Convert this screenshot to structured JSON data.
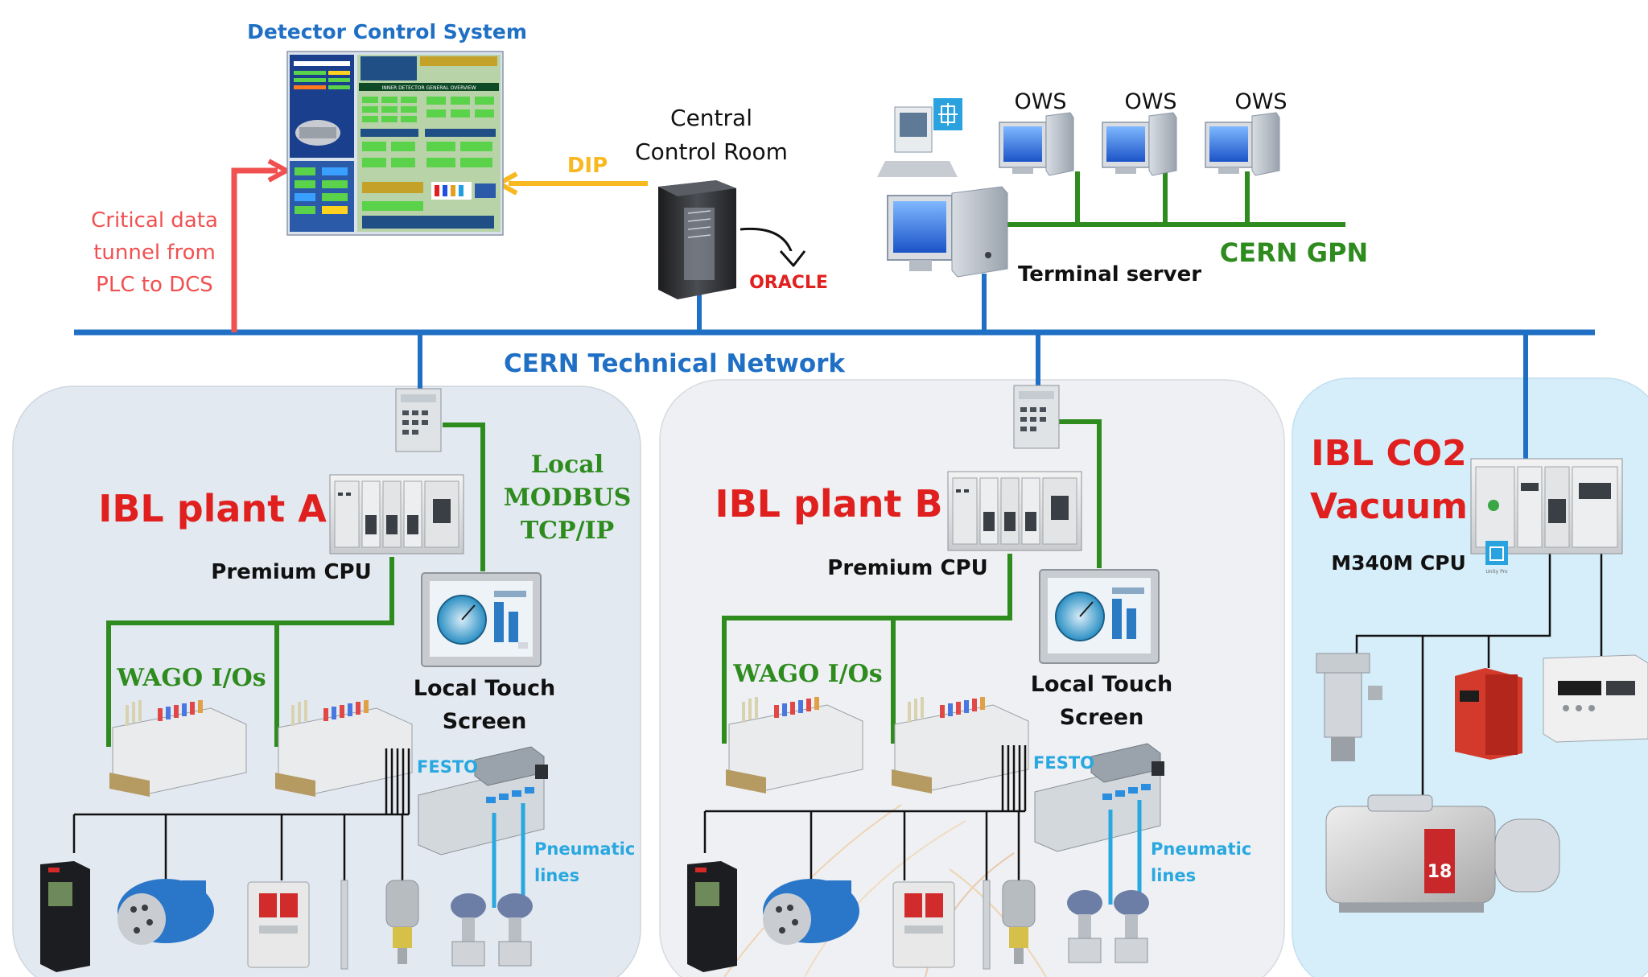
{
  "labels": {
    "dcs_title": "Detector Control System",
    "dcs_screen_header": "INNER DETECTOR GENERAL OVERVIEW",
    "critical_line1": "Critical data",
    "critical_line2": "tunnel from",
    "critical_line3": "PLC to DCS",
    "dip": "DIP",
    "ccr_line1": "Central",
    "ccr_line2": "Control Room",
    "oracle": "ORACLE",
    "ows": [
      "OWS",
      "OWS",
      "OWS"
    ],
    "terminal_server": "Terminal server",
    "cern_gpn": "CERN GPN",
    "cern_tn": "CERN Technical Network",
    "local_modbus_line1": "Local",
    "local_modbus_line2": "MODBUS",
    "local_modbus_line3": "TCP/IP",
    "unity_pro": "Unity Pro",
    "pump_number": "18"
  },
  "plants": [
    {
      "title": "IBL plant A",
      "cpu": "Premium CPU",
      "wago": "WAGO I/Os",
      "touch_line1": "Local Touch",
      "touch_line2": "Screen",
      "festo": "FESTO",
      "pneumatic_line1": "Pneumatic",
      "pneumatic_line2": "lines"
    },
    {
      "title": "IBL plant B",
      "cpu": "Premium CPU",
      "wago": "WAGO I/Os",
      "touch_line1": "Local Touch",
      "touch_line2": "Screen",
      "festo": "FESTO",
      "pneumatic_line1": "Pneumatic",
      "pneumatic_line2": "lines"
    }
  ],
  "vacuum": {
    "title_line1": "IBL CO2",
    "title_line2": "Vacuum",
    "cpu": "M340M CPU"
  },
  "colors": {
    "network_blue": "#1f6fc5",
    "modbus_green": "#2e8b1e",
    "critical_red": "#f05050",
    "dip_yellow": "#f8b820",
    "title_red": "#e0201e",
    "festo_blue": "#29a8e0",
    "panel_gray": "#e3e9f1",
    "panel_light": "#eef0f3",
    "panel_cyan": "#d6eef9"
  }
}
